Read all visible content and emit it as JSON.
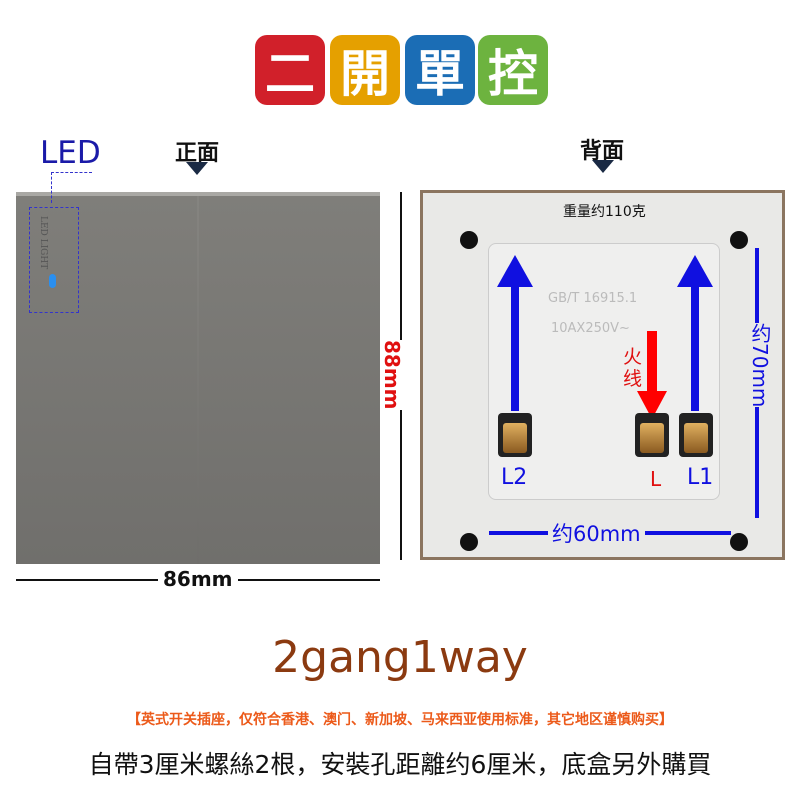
{
  "title": {
    "chars": [
      "二",
      "開",
      "單",
      "控"
    ],
    "colors": [
      "#d1202a",
      "#e5a000",
      "#1b6db5",
      "#6db33f"
    ]
  },
  "front": {
    "label": "正面",
    "led_label": "LED",
    "led_light_text": "LED LIGHT",
    "width": "86mm",
    "height": "88mm"
  },
  "back": {
    "label": "背面",
    "weight": "重量约110克",
    "mold_text_1": "GB/T 16915.1",
    "mold_text_2": "10AX250V~",
    "live_wire": "火\n线",
    "terminals": [
      "L2",
      "L",
      "L1"
    ],
    "height_dim": "约70mm",
    "width_dim": "约60mm"
  },
  "product_name": "2gang1way",
  "notice": "【英式开关插座，仅符合香港、澳门、新加坡、马来西亚使用标准，其它地区谨慎购买】",
  "footer": "自帶3厘米螺絲2根，安裝孔距離约6厘米，底盒另外購買"
}
